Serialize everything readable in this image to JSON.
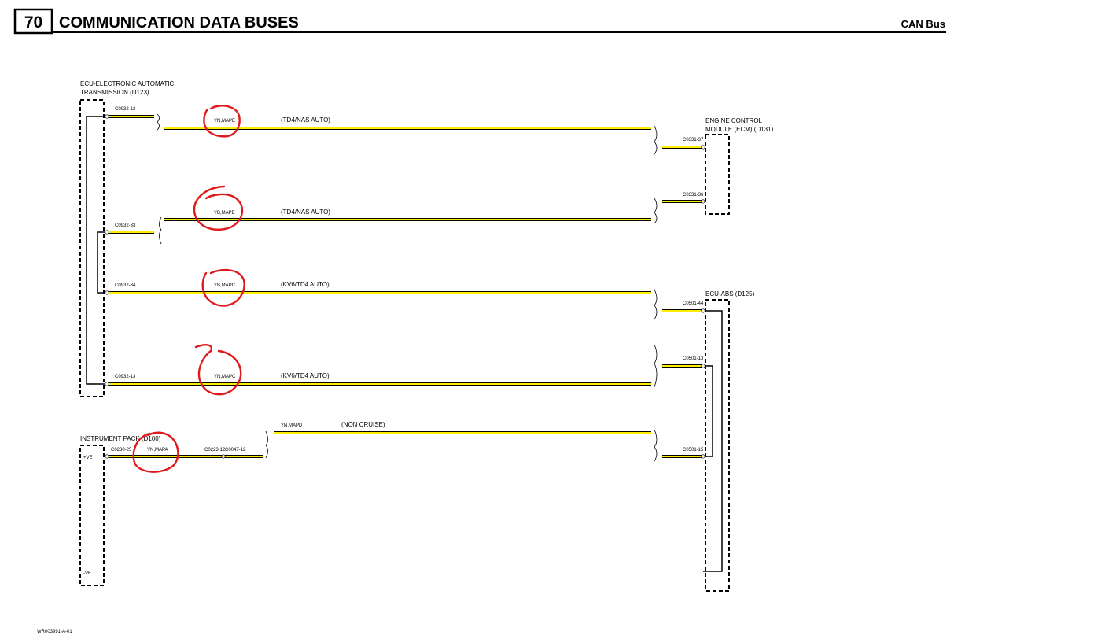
{
  "header": {
    "section_number": "70",
    "title": "COMMUNICATION DATA BUSES",
    "right_title": "CAN Bus"
  },
  "footer": {
    "figure_code": "WR003991-A-01"
  },
  "components": {
    "ecu_transmission": {
      "line1": "ECU-ELECTRONIC AUTOMATIC",
      "line2": "TRANSMISSION (D123)"
    },
    "ecm": {
      "line1": "ENGINE CONTROL",
      "line2": "MODULE (ECM) (D131)"
    },
    "abs": {
      "label": "ECU-ABS (D125)"
    },
    "instrument_pack": {
      "label": "INSTRUMENT PACK (D100)",
      "pos": "+VE",
      "neg": "-VE"
    }
  },
  "connectors": {
    "c0932_12": "C0932-12",
    "c0932_33": "C0932-33",
    "c0932_34": "C0932-34",
    "c0932_13": "C0932-13",
    "c0331_37": "C0331-37",
    "c0331_36": "C0331-36",
    "c0501_44": "C0501-44",
    "c0501_13": "C0501-13",
    "c0501_15": "C0501-15",
    "c0230_25": "C0230-25",
    "c0223_12": "C0223-12",
    "c0047_12": "C0047-12"
  },
  "wires": [
    {
      "code": "YN,MAPE",
      "note": "(TD4/NAS AUTO)"
    },
    {
      "code": "YB,MAPE",
      "note": "(TD4/NAS AUTO)"
    },
    {
      "code": "YB,MAPC",
      "note": "(KV6/TD4 AUTO)"
    },
    {
      "code": "YN,MAPC",
      "note": "(KV6/TD4 AUTO)"
    },
    {
      "code": "YN,MAPD",
      "note": "(NON CRUISE)"
    },
    {
      "code": "YN,MAPA",
      "note": ""
    }
  ],
  "colors": {
    "wire_fill": "#ffee00",
    "wire_edge": "#000000",
    "annotation": "#e0191b"
  }
}
